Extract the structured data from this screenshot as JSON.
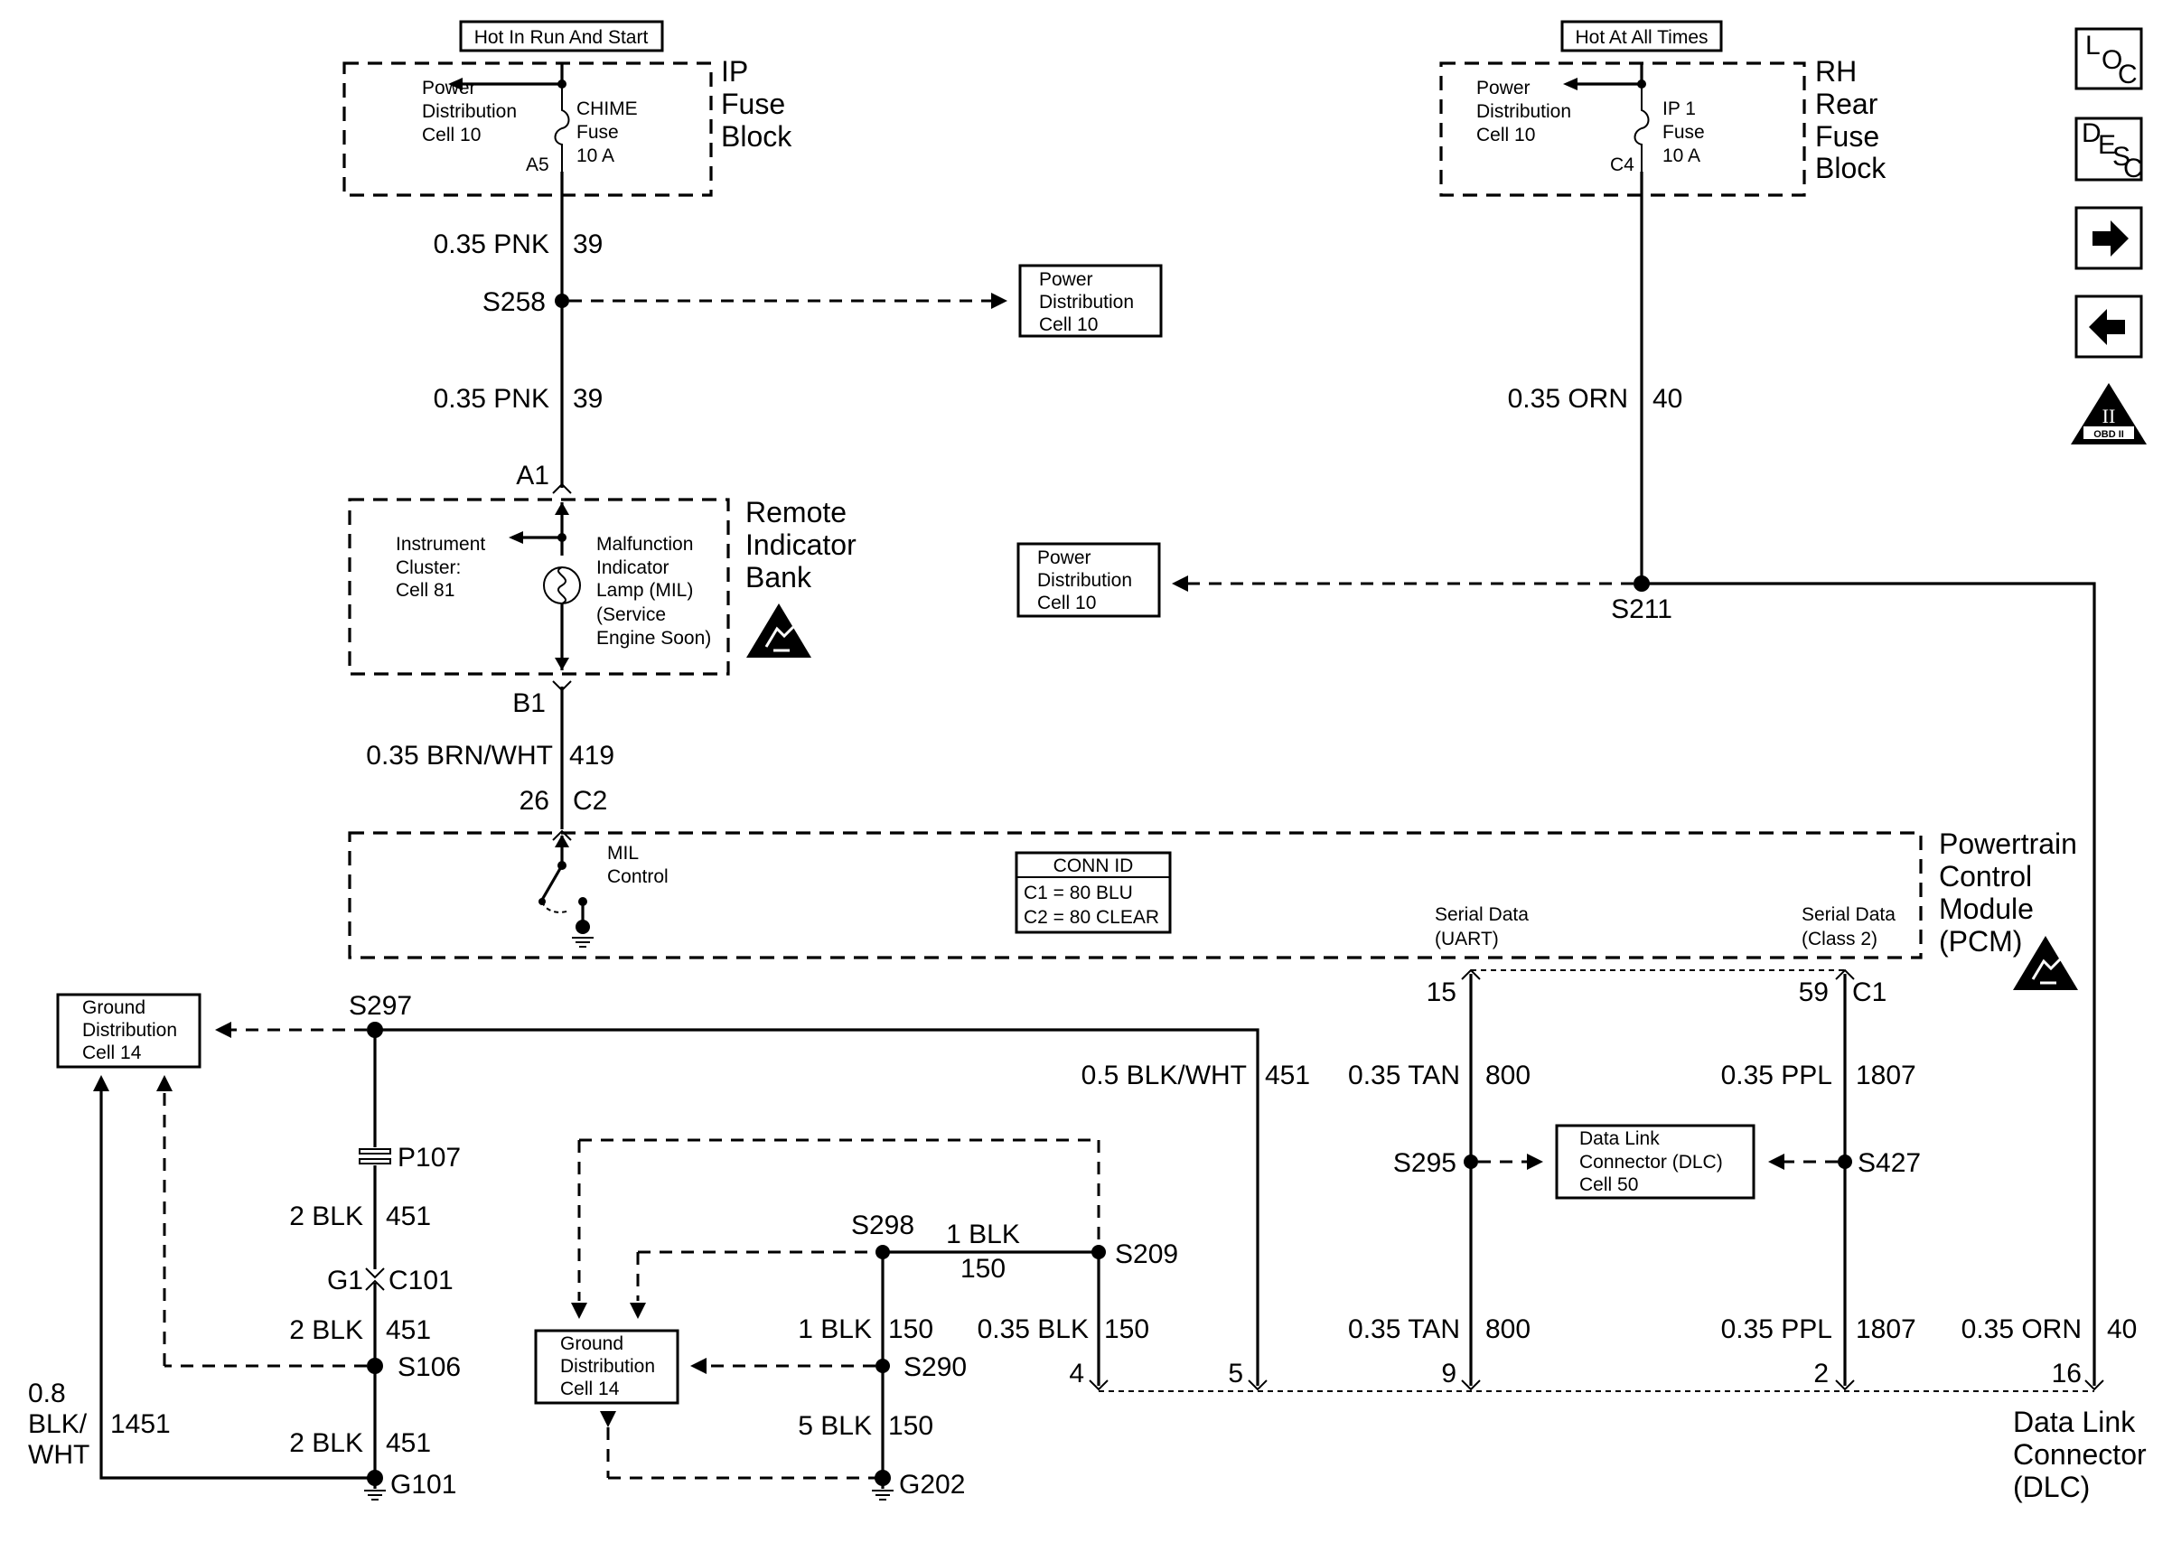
{
  "supply": {
    "left_label": "Hot In Run And Start",
    "right_label": "Hot At All Times"
  },
  "ip_fuse_block": {
    "name": [
      "IP",
      "Fuse",
      "Block"
    ],
    "pd_ref": [
      "Power",
      "Distribution",
      "Cell 10"
    ],
    "fuse": [
      "CHIME",
      "Fuse",
      "10 A"
    ],
    "terminal": "A5"
  },
  "rh_fuse_block": {
    "name": [
      "RH",
      "Rear",
      "Fuse",
      "Block"
    ],
    "pd_ref": [
      "Power",
      "Distribution",
      "Cell 10"
    ],
    "fuse": [
      "IP 1",
      "Fuse",
      "10 A"
    ],
    "terminal": "C4"
  },
  "wires": {
    "pnk_1": {
      "size_color": "0.35 PNK",
      "circuit": "39"
    },
    "pnk_2": {
      "size_color": "0.35 PNK",
      "circuit": "39"
    },
    "orn_top": {
      "size_color": "0.35 ORN",
      "circuit": "40"
    },
    "brn_wht": {
      "size_color": "0.35 BRN/WHT",
      "circuit": "419"
    },
    "blk_wht_451": {
      "size_color": "0.5 BLK/WHT",
      "circuit": "451"
    },
    "tan_1": {
      "size_color": "0.35 TAN",
      "circuit": "800"
    },
    "ppl_1": {
      "size_color": "0.35 PPL",
      "circuit": "1807"
    },
    "blk_451_a": {
      "size_color": "2 BLK",
      "circuit": "451"
    },
    "blk_451_b": {
      "size_color": "2 BLK",
      "circuit": "451"
    },
    "blk_451_c": {
      "size_color": "2 BLK",
      "circuit": "451"
    },
    "ground_1451": {
      "size_color": [
        "0.8",
        "BLK/",
        "WHT"
      ],
      "circuit": "1451"
    },
    "blk_150_h": {
      "size_color": "1 BLK",
      "circuit": "150"
    },
    "blk_150_v": {
      "size_color": "1 BLK",
      "circuit": "150"
    },
    "blk_035_150": {
      "size_color": "0.35 BLK",
      "circuit": "150"
    },
    "blk_5_150": {
      "size_color": "5 BLK",
      "circuit": "150"
    },
    "tan_2": {
      "size_color": "0.35 TAN",
      "circuit": "800"
    },
    "ppl_2": {
      "size_color": "0.35 PPL",
      "circuit": "1807"
    },
    "orn_bottom": {
      "size_color": "0.35 ORN",
      "circuit": "40"
    }
  },
  "splices": {
    "s258": "S258",
    "s211": "S211",
    "s297": "S297",
    "s106": "S106",
    "s298": "S298",
    "s209": "S209",
    "s290": "S290",
    "s295": "S295",
    "s427": "S427"
  },
  "grounds": {
    "g101": "G101",
    "g202": "G202"
  },
  "connectors": {
    "a1": "A1",
    "b1": "B1",
    "pcm_pin_26": "26",
    "pcm_c2": "C2",
    "p107": "P107",
    "g1": "G1",
    "c101": "C101",
    "pcm_pin_15": "15",
    "pcm_pin_59": "59",
    "pcm_c1": "C1",
    "dlc_pin_4": "4",
    "dlc_pin_5": "5",
    "dlc_pin_9": "9",
    "dlc_pin_2": "2",
    "dlc_pin_16": "16"
  },
  "refs": {
    "pd_mid": [
      "Power",
      "Distribution",
      "Cell 10"
    ],
    "pd_right": [
      "Power",
      "Distribution",
      "Cell 10"
    ],
    "gd_left": [
      "Ground",
      "Distribution",
      "Cell 14"
    ],
    "gd_mid": [
      "Ground",
      "Distribution",
      "Cell 14"
    ],
    "dlc_ref": [
      "Data Link",
      "Connector (DLC)",
      "Cell 50"
    ]
  },
  "indicator_bank": {
    "name": [
      "Remote",
      "Indicator",
      "Bank"
    ],
    "cluster_ref": [
      "Instrument",
      "Cluster:",
      "Cell 81"
    ],
    "lamp": [
      "Malfunction",
      "Indicator",
      "Lamp (MIL)",
      "(Service",
      "Engine Soon)"
    ]
  },
  "pcm": {
    "name": [
      "Powertrain",
      "Control",
      "Module",
      "(PCM)"
    ],
    "mil_control": [
      "MIL",
      "Control"
    ],
    "conn_id": {
      "title": "CONN ID",
      "lines": [
        "C1 = 80 BLU",
        "C2 = 80 CLEAR"
      ]
    },
    "serial_uart": [
      "Serial Data",
      "(UART)"
    ],
    "serial_class2": [
      "Serial Data",
      "(Class 2)"
    ]
  },
  "dlc": {
    "name": [
      "Data Link",
      "Connector",
      "(DLC)"
    ]
  },
  "nav": [
    {
      "icon": "loc-icon",
      "letters": [
        "L",
        "O",
        "C"
      ]
    },
    {
      "icon": "desc-icon",
      "letters": [
        "D",
        "E",
        "S",
        "C"
      ]
    },
    {
      "icon": "next-arrow-icon"
    },
    {
      "icon": "prev-arrow-icon"
    },
    {
      "icon": "obd-ii-icon",
      "label": "OBD II",
      "numeral": "II"
    }
  ]
}
